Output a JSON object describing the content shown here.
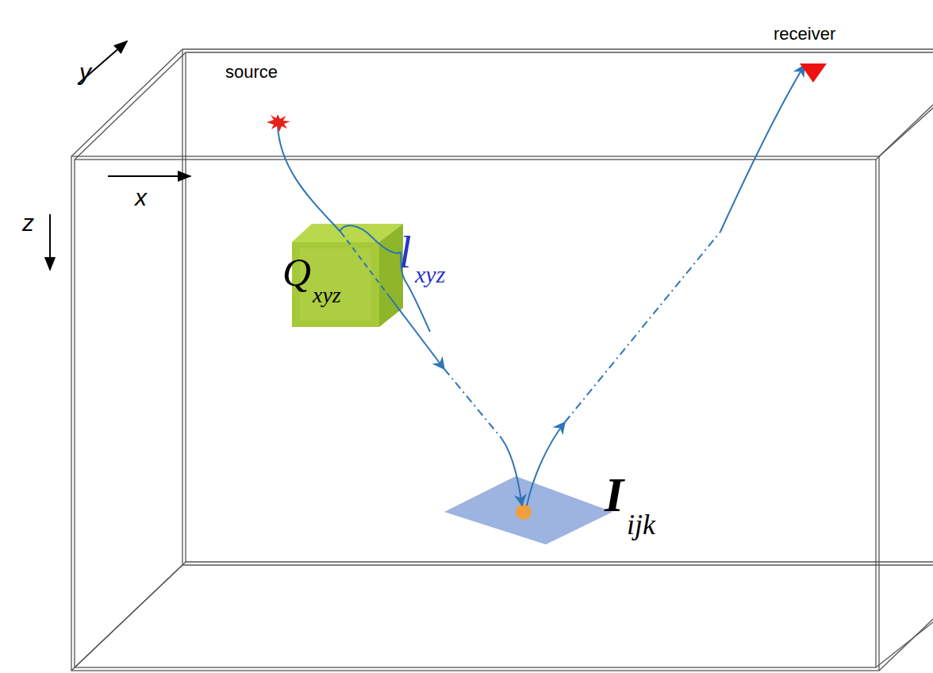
{
  "diagram": {
    "nodes": [
      {
        "text": [
          "Q",
          "xyz"
        ]
      }
    ],
    "labels": [
      "source",
      "receiver",
      "y",
      "x",
      "z",
      "l",
      "xyz",
      "I",
      "ijk"
    ]
  }
}
